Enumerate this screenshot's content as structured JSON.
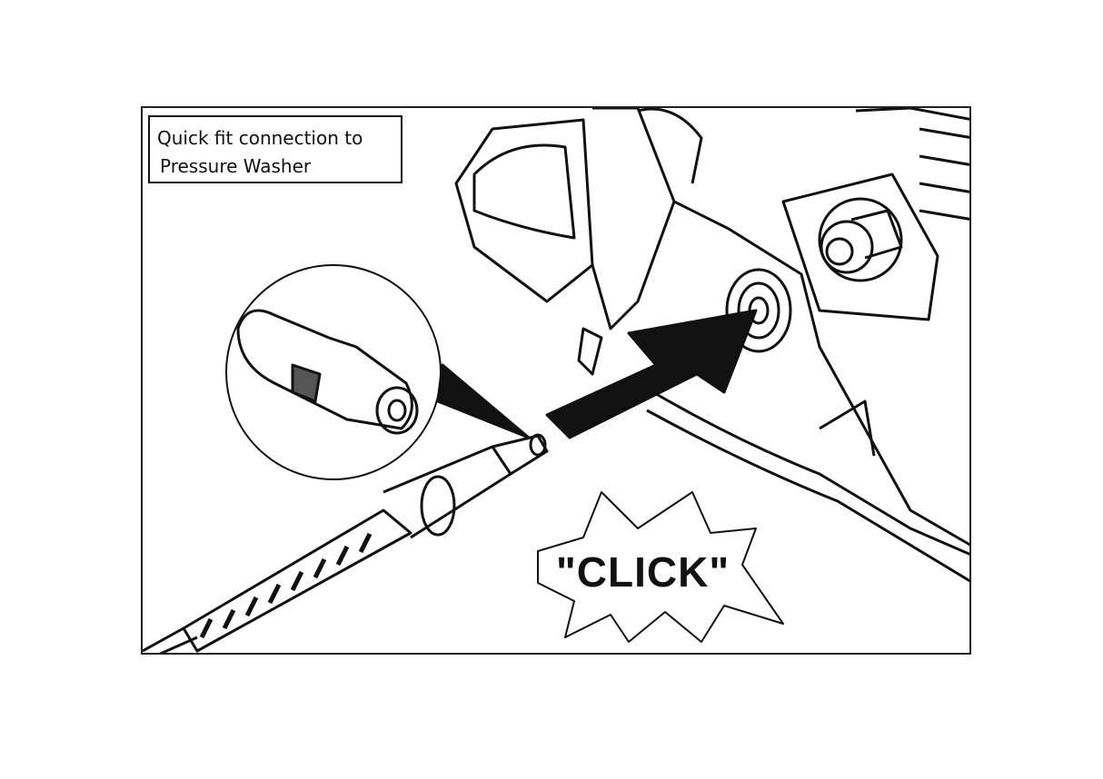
{
  "caption": {
    "line1": "Quick fit connection to",
    "line2": "Pressure Washer"
  },
  "sound_effect": "\"CLICK\"",
  "icons": [
    "hose-connector",
    "pressure-washer-outlet",
    "insertion-arrow",
    "magnifier-callout"
  ],
  "colors": {
    "line": "#111111",
    "background": "#ffffff"
  }
}
